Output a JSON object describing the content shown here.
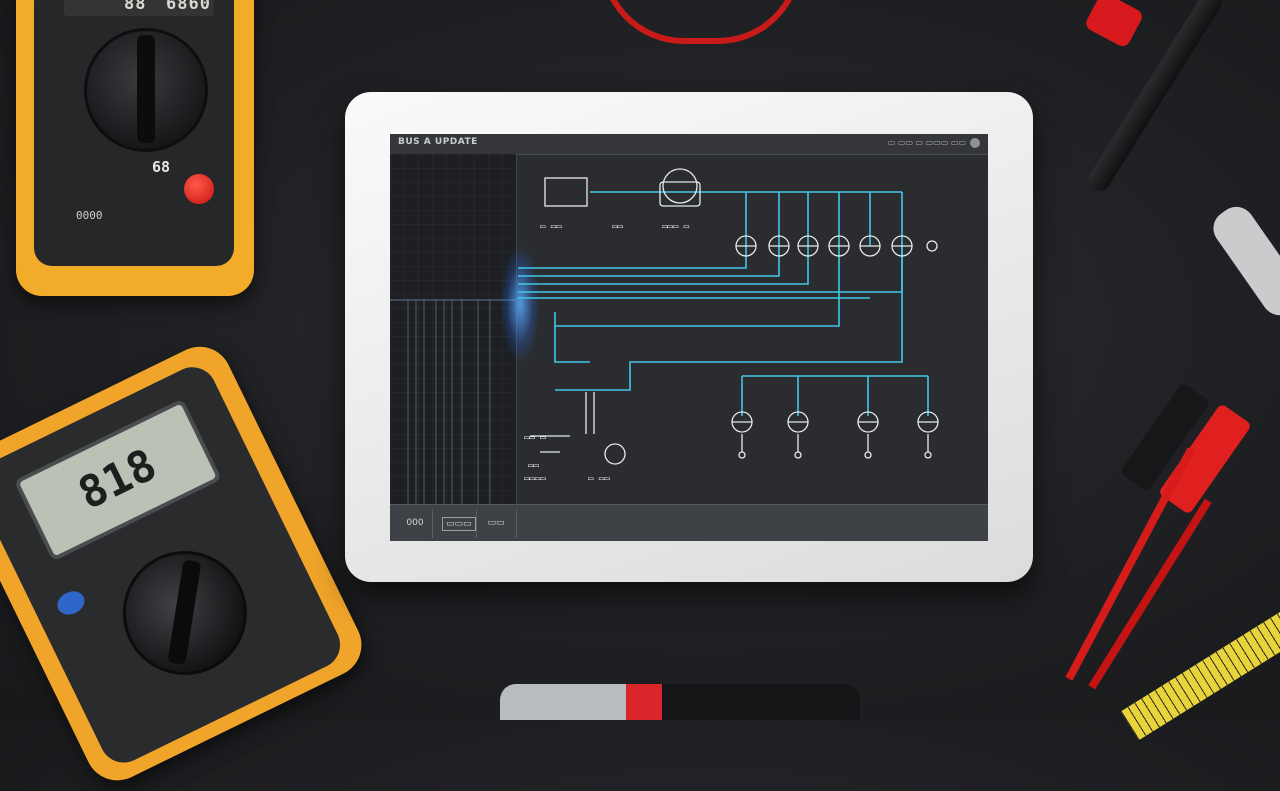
{
  "scene": {
    "description_items": [
      "multimeter-top-left",
      "multimeter-bottom-left",
      "tablet",
      "screwdriver",
      "wrench",
      "test-probes",
      "tape-measure",
      "pliers"
    ]
  },
  "meter_top": {
    "display_left": "88",
    "display_right": "6860",
    "reading": "68",
    "code": "0000"
  },
  "meter_bottom": {
    "lcd": "818"
  },
  "tablet": {
    "title": "BUS A UPDATE",
    "status": "▭ ▭▭ ▭ ▭▭▭ ▭▭",
    "bottom_buttons": [
      "000",
      "▭▭▭",
      "▭▭"
    ],
    "diagram_labels": {
      "top_left": "▭ ▭▭",
      "top_mid": "▭▭",
      "top_right": "▭▭▭ ▭",
      "left_block_1": "▭▭ ▭",
      "left_block_2": "▭▭",
      "left_block_3": "▭▭▭▭",
      "bottom_mid": "▭ ▭▭"
    }
  },
  "colors": {
    "wire": "#42c6e8",
    "glow": "#4aa3ff",
    "symbol": "#e8eaec",
    "screen_bg": "#2a2c30",
    "meter_yellow": "#f2ac2a"
  }
}
